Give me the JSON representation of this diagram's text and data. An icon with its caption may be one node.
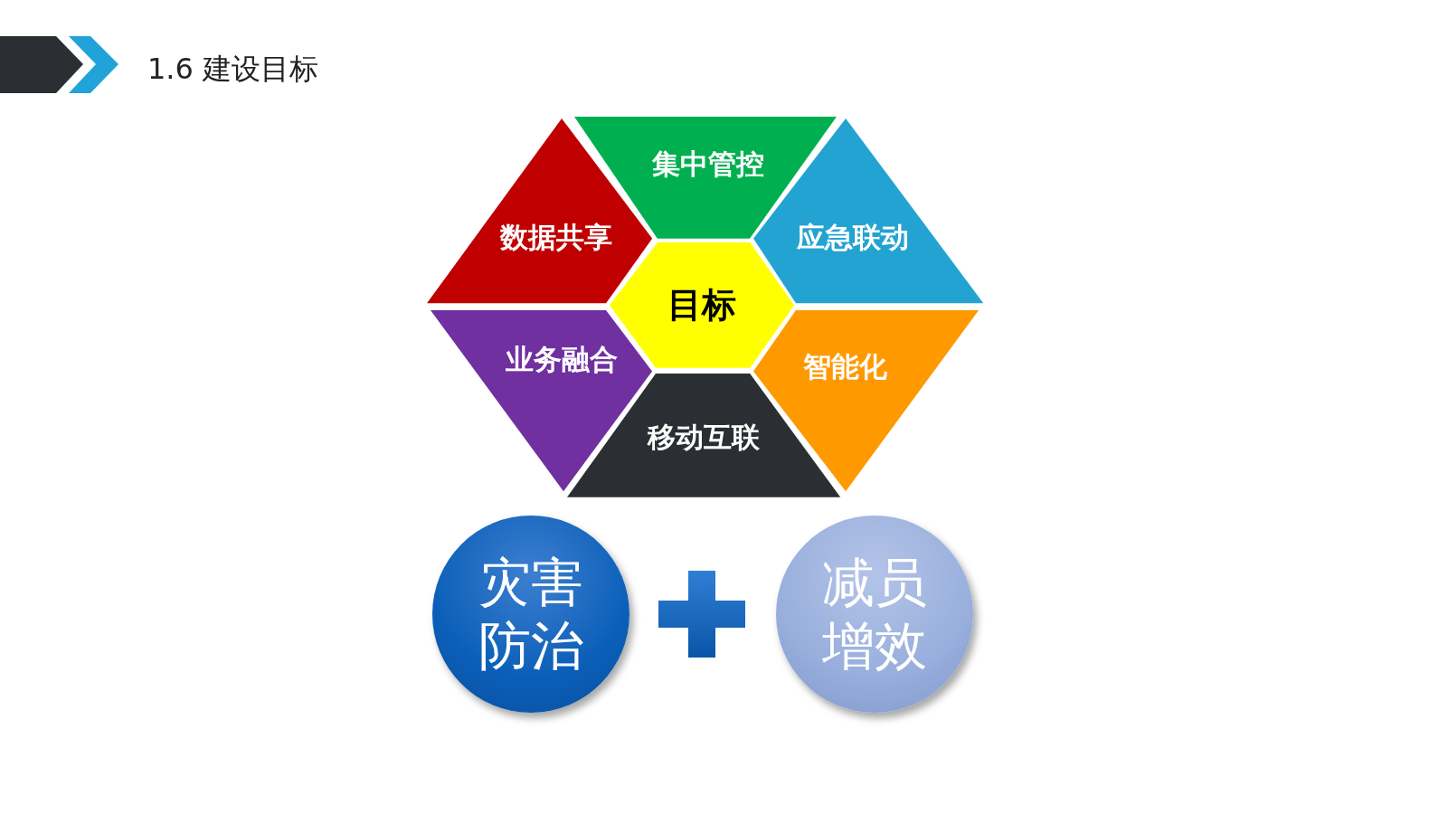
{
  "diagram": {
    "title": "1.6 建设目标",
    "nodes": [
      {
        "text": [
          "集中管控"
        ]
      },
      {
        "text": [
          "数据共享"
        ]
      },
      {
        "text": [
          "应急联动"
        ]
      },
      {
        "text": [
          "目标"
        ]
      },
      {
        "text": [
          "业务融合"
        ]
      },
      {
        "text": [
          "智能化"
        ]
      },
      {
        "text": [
          "移动互联"
        ]
      },
      {
        "text": [
          "灾害防治"
        ]
      },
      {
        "text": [
          "减员增效"
        ]
      }
    ]
  }
}
